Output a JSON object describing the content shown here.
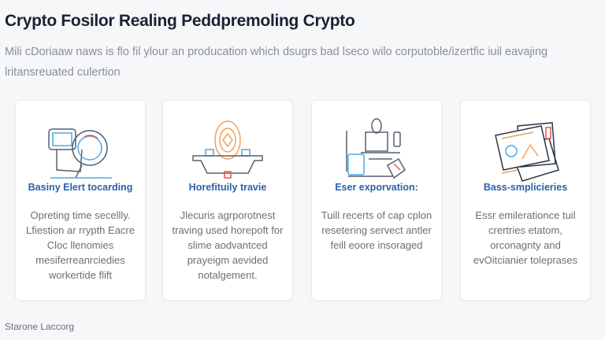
{
  "header": {
    "title": "Crypto Fosilor Realing Peddpremoling Crypto",
    "subtitle": "Mili cDoriaaw naws is flo fil ylour an producation which dsugrs bad lseco wilo corputoble/izertfic iuil eavajing lritansreuated culertion"
  },
  "cards": [
    {
      "icon": "watch-icon",
      "title": "Basiny Elert tocarding",
      "text": "Opreting time secellly. Lfiestion ar rrypth Eacre Cloc llenomies mesiferreanrciedies workertide flift"
    },
    {
      "icon": "vault-icon",
      "title": "Horefituily travie",
      "text": "Jlecuris agrporotnest traving used horepoft for slime aodvantced prayeigm aevided notalgement."
    },
    {
      "icon": "desk-device-icon",
      "title": "Eser exporvation:",
      "text": "Tuill recerts of cap cplon resetering servect antler feill eoore insoraged"
    },
    {
      "icon": "documents-icon",
      "title": "Bass-smplicieries",
      "text": "Essr emilerationce tuil crertries etatom, orconagnty and evOitcianier toleprases"
    }
  ],
  "footer": {
    "text": "Starone Laccorg"
  },
  "colors": {
    "accent": "#2a62a8",
    "orange": "#f0a25a",
    "blue": "#4aa8e6",
    "red": "#e05a4a"
  }
}
